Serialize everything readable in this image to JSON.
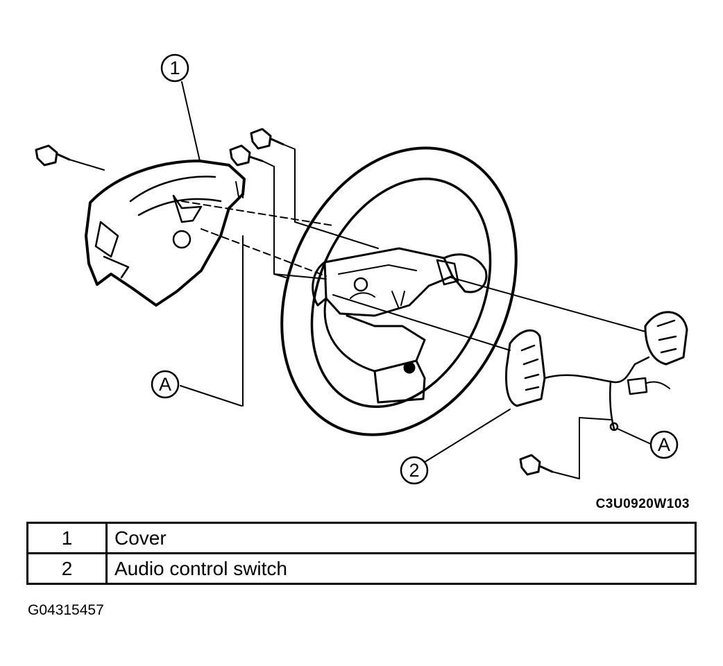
{
  "diagram": {
    "callouts": {
      "one": "1",
      "two": "2",
      "a_left": "A",
      "a_right": "A"
    },
    "reference_code": "C3U0920W103"
  },
  "legend": {
    "rows": [
      {
        "number": "1",
        "name": "Cover"
      },
      {
        "number": "2",
        "name": "Audio control switch"
      }
    ]
  },
  "document_code": "G04315457"
}
